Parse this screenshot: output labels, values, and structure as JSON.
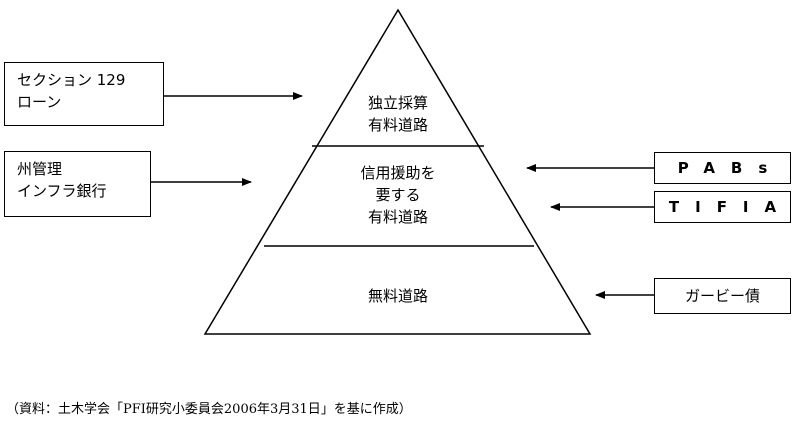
{
  "pyramid": {
    "tiers": [
      {
        "lines": [
          "独立採算",
          "有料道路"
        ]
      },
      {
        "lines": [
          "信用援助を",
          "要する",
          "有料道路"
        ]
      },
      {
        "lines": [
          "無料道路"
        ]
      }
    ]
  },
  "left_boxes": [
    {
      "lines": [
        "セクション 129",
        "ローン"
      ]
    },
    {
      "lines": [
        "州管理",
        "インフラ銀行"
      ]
    }
  ],
  "right_boxes": [
    {
      "label": "PABs"
    },
    {
      "label": "TIFIA"
    },
    {
      "label": "ガービー債"
    }
  ],
  "caption": "（資料：土木学会「PFI研究小委員会2006年3月31日」を基に作成）"
}
